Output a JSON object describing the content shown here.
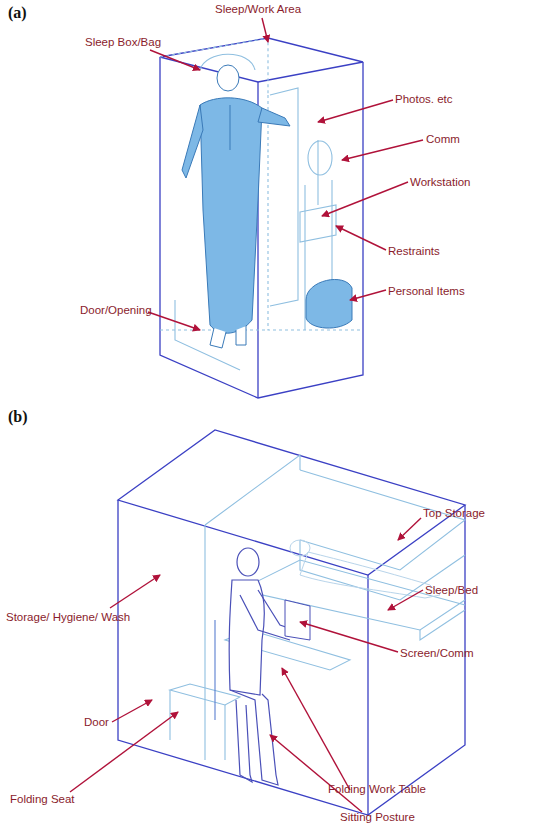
{
  "diagram": {
    "labels": [
      "(a)",
      "Sleep/Work Area",
      "Sleep Box/Bag",
      "Photos. etc",
      "Comm",
      "Workstation",
      "Restraints",
      "Personal Items",
      "Door/Opening",
      "(b)",
      "Top Storage",
      "Sleep/Bed",
      "Storage/ Hygiene/ Wash",
      "Screen/Comm",
      "Door",
      "Folding Seat",
      "Folding Work Table",
      "Sitting Posture"
    ]
  }
}
